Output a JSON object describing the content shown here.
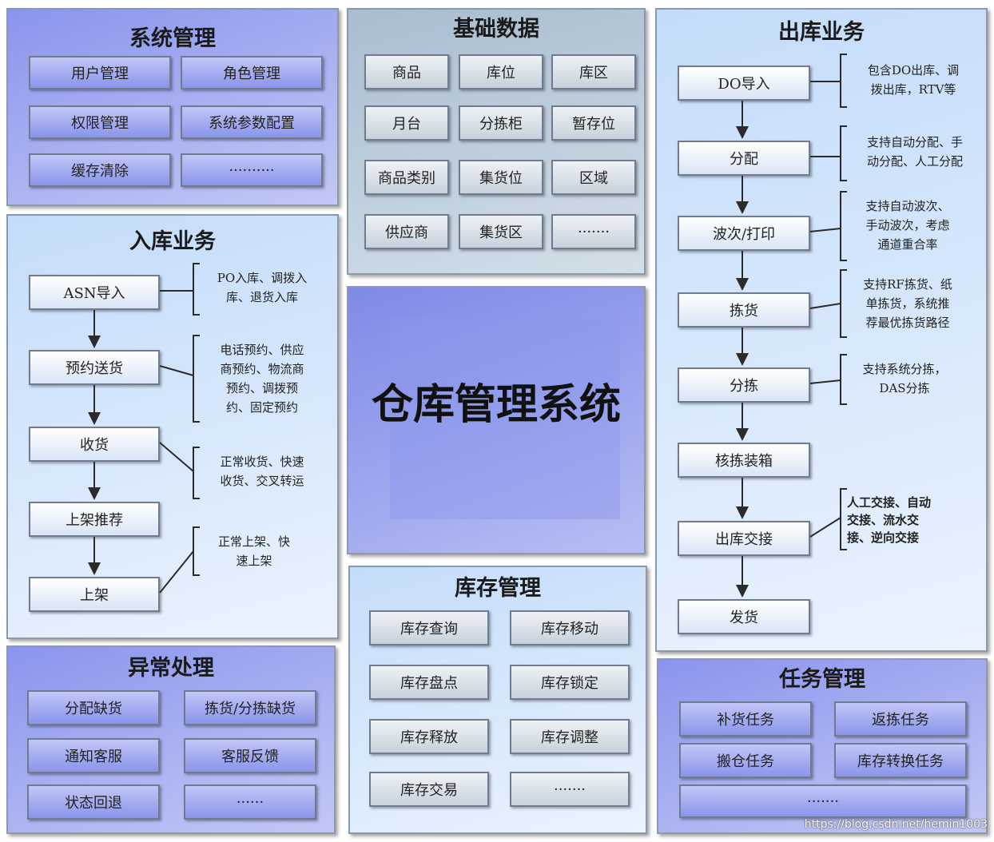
{
  "system_center": {
    "title": "仓库管理系统"
  },
  "system_mgmt": {
    "title": "系统管理",
    "items": [
      "用户管理",
      "角色管理",
      "权限管理",
      "系统参数配置",
      "缓存清除",
      "··········"
    ]
  },
  "base_data": {
    "title": "基础数据",
    "items": [
      "商品",
      "库位",
      "库区",
      "月台",
      "分拣柜",
      "暂存位",
      "商品类别",
      "集货位",
      "区域",
      "供应商",
      "集货区",
      "·······"
    ]
  },
  "inbound": {
    "title": "入库业务",
    "steps": [
      "ASN导入",
      "预约送货",
      "收货",
      "上架推荐",
      "上架"
    ],
    "notes": [
      [
        "PO入库、调拨入",
        "库、退货入库"
      ],
      [
        "电话预约、供应",
        "商预约、物流商",
        "预约、调拨预",
        "约、固定预约"
      ],
      [
        "正常收货、快速",
        "收货、交叉转运"
      ],
      [
        "正常上架、快",
        "速上架"
      ]
    ]
  },
  "outbound": {
    "title": "出库业务",
    "steps": [
      "DO导入",
      "分配",
      "波次/打印",
      "拣货",
      "分拣",
      "核拣装箱",
      "出库交接",
      "发货"
    ],
    "notes": [
      [
        "包含DO出库、调",
        "拨出库，RTV等"
      ],
      [
        "支持自动分配、手",
        "动分配、人工分配"
      ],
      [
        "支持自动波次、",
        "手动波次，考虑",
        "通道重合率"
      ],
      [
        "支持RF拣货、纸",
        "单拣货，系统推",
        "荐最优拣货路径"
      ],
      [
        "支持系统分拣，",
        "DAS分拣"
      ],
      [
        "人工交接、自动",
        "交接、流水交",
        "接、逆向交接"
      ]
    ]
  },
  "exception": {
    "title": "异常处理",
    "items": [
      "分配缺货",
      "拣货/分拣缺货",
      "通知客服",
      "客服反馈",
      "状态回退",
      "······"
    ]
  },
  "inventory": {
    "title": "库存管理",
    "items": [
      "库存查询",
      "库存移动",
      "库存盘点",
      "库存锁定",
      "库存释放",
      "库存调整",
      "库存交易",
      "·······"
    ]
  },
  "task_mgmt": {
    "title": "任务管理",
    "items": [
      "补货任务",
      "返拣任务",
      "搬仓任务",
      "库存转换任务",
      "·······"
    ]
  },
  "footer": {
    "watermark": "https://blog.csdn.net/hemin1003"
  },
  "colors": {
    "panel_blue": "#8a94ec",
    "panel_light": "#c4dcfa",
    "panel_grey": "#a9bdcf",
    "connector": "#2b2b2b"
  }
}
